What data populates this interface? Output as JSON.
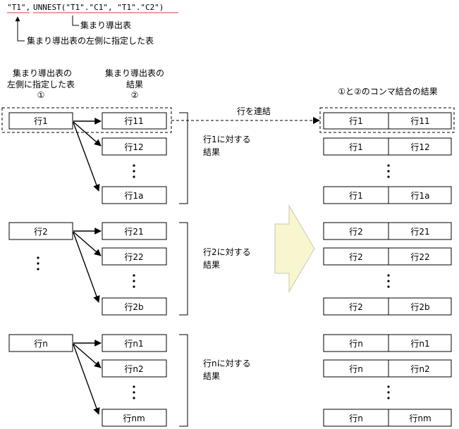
{
  "header": {
    "code_part1": "\"T1\",",
    "code_part2": "UNNEST(\"T1\".\"C1\", \"T1\".\"C2\")",
    "label_derived": "集まり導出表",
    "label_left": "集まり導出表の左側に指定した表"
  },
  "column_headers": {
    "left_line1": "集まり導出表の",
    "left_line2": "左側に指定した表",
    "left_num": "①",
    "right_line1": "集まり導出表の",
    "right_line2": "結果",
    "right_num": "②",
    "result_title": "①と②のコンマ結合の結果"
  },
  "connect_label": "行を連結",
  "groups": [
    {
      "left": "行1",
      "results": [
        "行11",
        "行12",
        "行1a"
      ],
      "label_line1": "行1に対する",
      "label_line2": "結果",
      "combined": [
        [
          "行1",
          "行11"
        ],
        [
          "行1",
          "行12"
        ],
        [
          "行1",
          "行1a"
        ]
      ]
    },
    {
      "left": "行2",
      "results": [
        "行21",
        "行22",
        "行2b"
      ],
      "label_line1": "行2に対する",
      "label_line2": "結果",
      "combined": [
        [
          "行2",
          "行21"
        ],
        [
          "行2",
          "行22"
        ],
        [
          "行2",
          "行2b"
        ]
      ]
    },
    {
      "left": "行n",
      "results": [
        "行n1",
        "行n2",
        "行nm"
      ],
      "label_line1": "行nに対する",
      "label_line2": "結果",
      "combined": [
        [
          "行n",
          "行n1"
        ],
        [
          "行n",
          "行n2"
        ],
        [
          "行n",
          "行nm"
        ]
      ]
    }
  ],
  "colors": {
    "big_arrow_fill": "#f7f6cf",
    "big_arrow_stroke": "#c9c9b5",
    "underline_red": "#d04040"
  }
}
